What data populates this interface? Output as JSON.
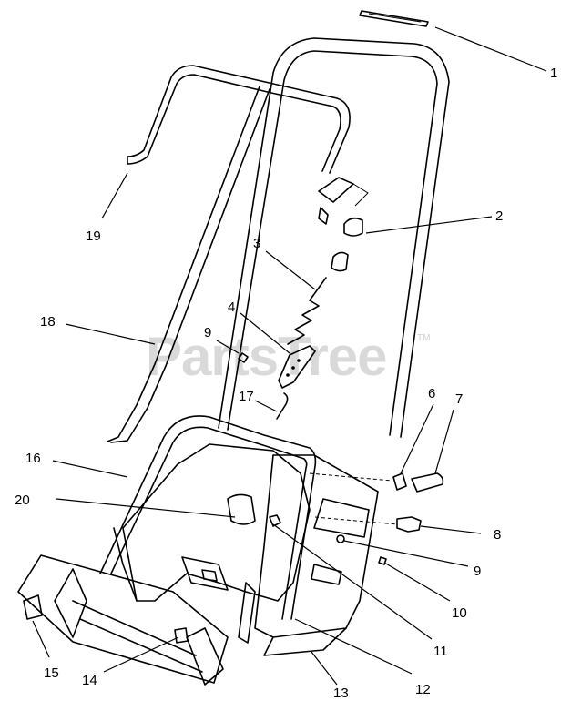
{
  "watermark": {
    "text": "PartsTree",
    "trademark": "TM"
  },
  "callouts": [
    "1",
    "2",
    "3",
    "4",
    "6",
    "7",
    "8",
    "9",
    "9",
    "10",
    "11",
    "12",
    "13",
    "14",
    "15",
    "16",
    "17",
    "18",
    "19",
    "20"
  ]
}
